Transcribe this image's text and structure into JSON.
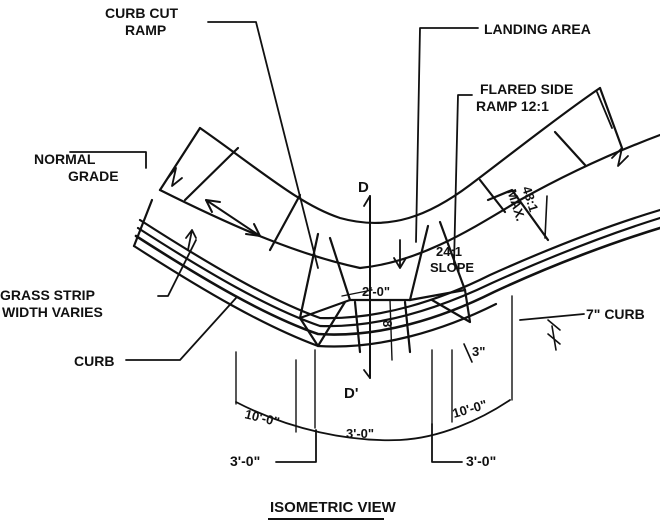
{
  "diagram": {
    "labels": {
      "curb_cut_ramp_1": "CURB CUT",
      "curb_cut_ramp_2": "RAMP",
      "landing_area": "LANDING AREA",
      "flared_side_ramp_1": "FLARED SIDE",
      "flared_side_ramp_2": "RAMP 12:1",
      "normal_grade_1": "NORMAL",
      "normal_grade_2": "GRADE",
      "grass_strip_1": "GRASS STRIP",
      "grass_strip_2": "WIDTH VARIES",
      "curb": "CURB",
      "curb_height": "7\" CURB",
      "max_slope_1": "48:1",
      "max_slope_2": "MAX.",
      "ramp_slope_1": "24:1",
      "ramp_slope_2": "SLOPE",
      "section_top": "D",
      "section_bottom": "D'",
      "dim_landing": "2'-0\"",
      "dim_ramp_width": "8'",
      "dim_curb_drop": "3\"",
      "dim_left_flare": "10'-0\"",
      "dim_center": "3'-0\"",
      "dim_right_flare": "10'-0\"",
      "dim_left_offset": "3'-0\"",
      "dim_right_offset": "3'-0\"",
      "view_title": "ISOMETRIC VIEW"
    }
  }
}
